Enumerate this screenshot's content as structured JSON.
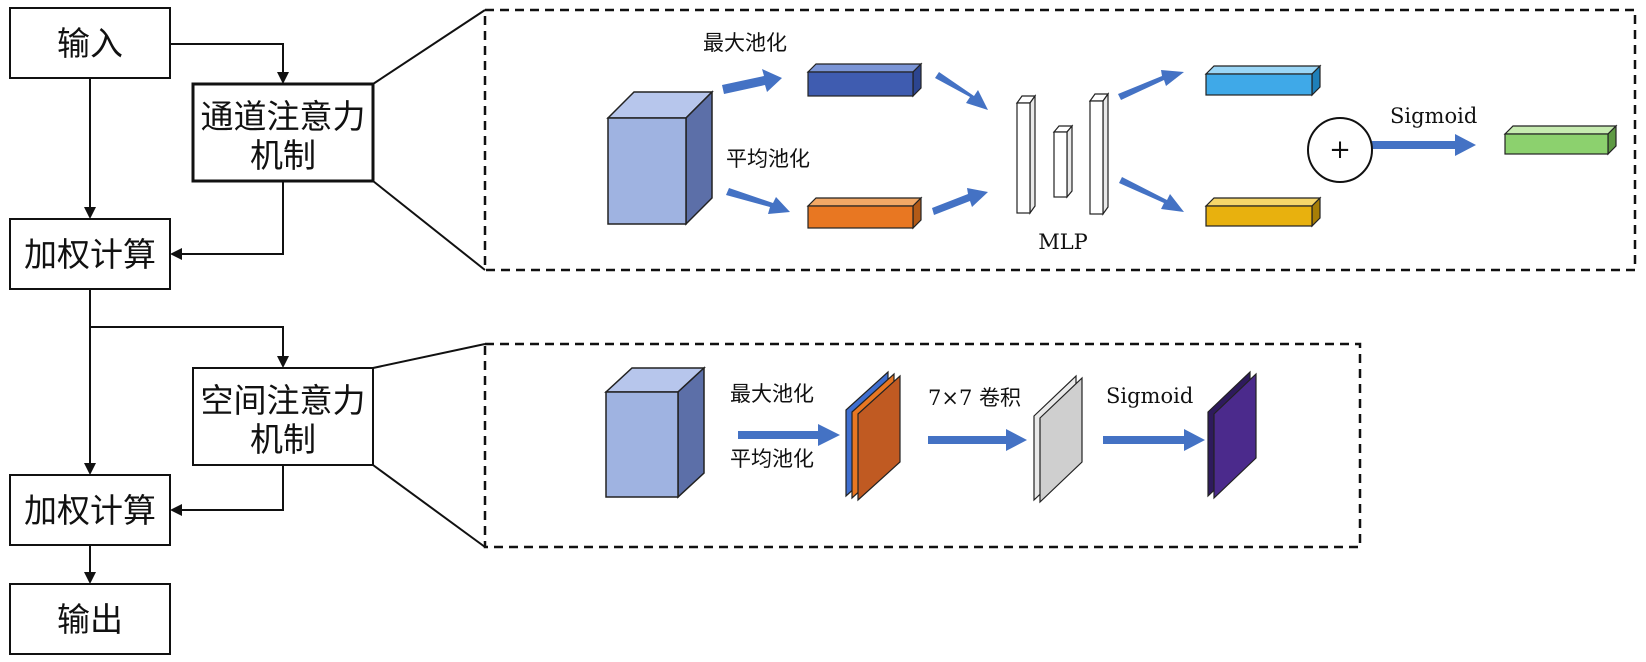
{
  "flow": {
    "input": "输入",
    "channel_attention_line1": "通道注意力",
    "channel_attention_line2": "机制",
    "weighted_calc_1": "加权计算",
    "spatial_attention_line1": "空间注意力",
    "spatial_attention_line2": "机制",
    "weighted_calc_2": "加权计算",
    "output": "输出"
  },
  "channel_detail": {
    "max_pool": "最大池化",
    "avg_pool": "平均池化",
    "mlp": "MLP",
    "plus": "+",
    "sigmoid": "Sigmoid"
  },
  "spatial_detail": {
    "max_pool": "最大池化",
    "avg_pool": "平均池化",
    "conv": "7×7 卷积",
    "sigmoid": "Sigmoid"
  },
  "colors": {
    "arrow_blue": "#4472C4",
    "cube_front": "#9FB3E1",
    "cube_side": "#5C6FA8",
    "bar_dark_blue": "#3F5CB0",
    "bar_orange": "#E87722",
    "bar_light_blue": "#3FA9E8",
    "bar_gold": "#E8B10E",
    "bar_green": "#8CD16E",
    "plane_orange": "#C05A22",
    "plane_gray": "#CFCFCF",
    "plane_purple": "#4B2A8C"
  }
}
